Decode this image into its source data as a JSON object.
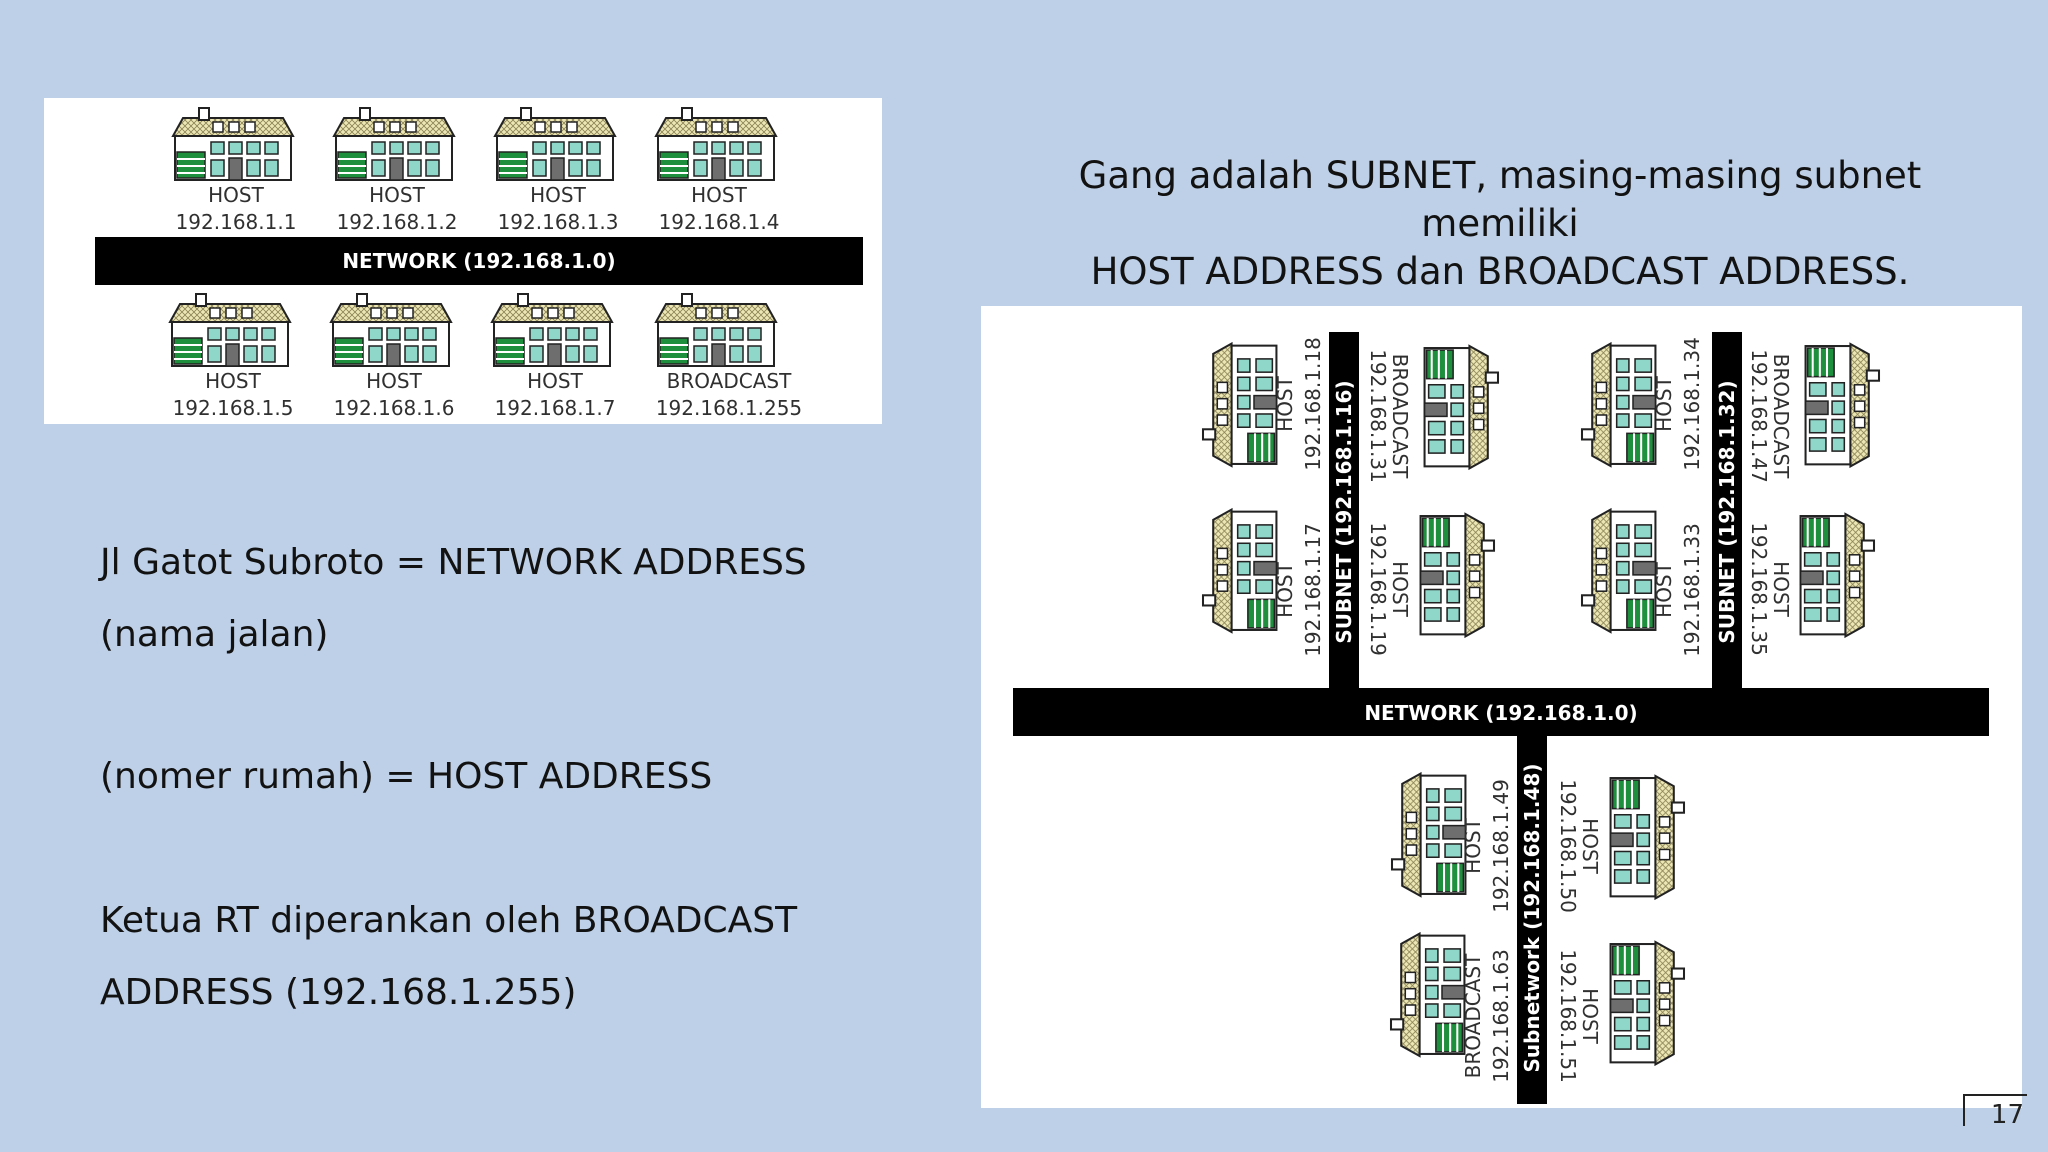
{
  "diagram_top": {
    "network_label": "NETWORK (192.168.1.0)",
    "row_top": [
      {
        "type": "HOST",
        "address": "192.168.1.1"
      },
      {
        "type": "HOST",
        "address": "192.168.1.2"
      },
      {
        "type": "HOST",
        "address": "192.168.1.3"
      },
      {
        "type": "HOST",
        "address": "192.168.1.4"
      }
    ],
    "row_bottom": [
      {
        "type": "HOST",
        "address": "192.168.1.5"
      },
      {
        "type": "HOST",
        "address": "192.168.1.6"
      },
      {
        "type": "HOST",
        "address": "192.168.1.7"
      },
      {
        "type": "BROADCAST",
        "address": "192.168.1.255"
      }
    ]
  },
  "caption": {
    "line1": "Gang adalah SUBNET, masing-masing subnet memiliki",
    "line2": "HOST ADDRESS dan BROADCAST ADDRESS."
  },
  "diagram_subnet": {
    "network_label": "NETWORK (192.168.1.0)",
    "subnet_a": {
      "label": "SUBNET (192.168.1.16)",
      "left_top": {
        "type": "HOST",
        "address": "192.168.1.18"
      },
      "left_bottom": {
        "type": "HOST",
        "address": "192.168.1.17"
      },
      "right_top": {
        "type": "BROADCAST",
        "address": "192.168.1.31"
      },
      "right_bottom": {
        "type": "HOST",
        "address": "192.168.1.19"
      }
    },
    "subnet_b": {
      "label": "SUBNET (192.168.1.32)",
      "left_top": {
        "type": "HOST",
        "address": "192.168.1.34"
      },
      "left_bottom": {
        "type": "HOST",
        "address": "192.168.1.33"
      },
      "right_top": {
        "type": "BROADCAST",
        "address": "192.168.1.47"
      },
      "right_bottom": {
        "type": "HOST",
        "address": "192.168.1.35"
      }
    },
    "subnet_c": {
      "label": "Subnetwork (192.168.1.48)",
      "left_top": {
        "type": "HOST",
        "address": "192.168.1.49"
      },
      "left_bottom": {
        "type": "BROADCAST",
        "address": "192.168.1.63"
      },
      "right_top": {
        "type": "HOST",
        "address": "192.168.1.50"
      },
      "right_bottom": {
        "type": "HOST",
        "address": "192.168.1.51"
      }
    }
  },
  "body_text": {
    "line1": "Jl Gatot Subroto =  NETWORK ADDRESS",
    "line2": "(nama jalan)",
    "line3": "(nomer rumah) = HOST ADDRESS",
    "line4": "Ketua RT diperankan oleh BROADCAST",
    "line5": "ADDRESS (192.168.1.255)"
  },
  "page_number": "17",
  "colors": {
    "background": "#bed0e7",
    "street": "#000000",
    "house_green": "#1e8f3c",
    "house_roof": "#e8e2a8"
  }
}
